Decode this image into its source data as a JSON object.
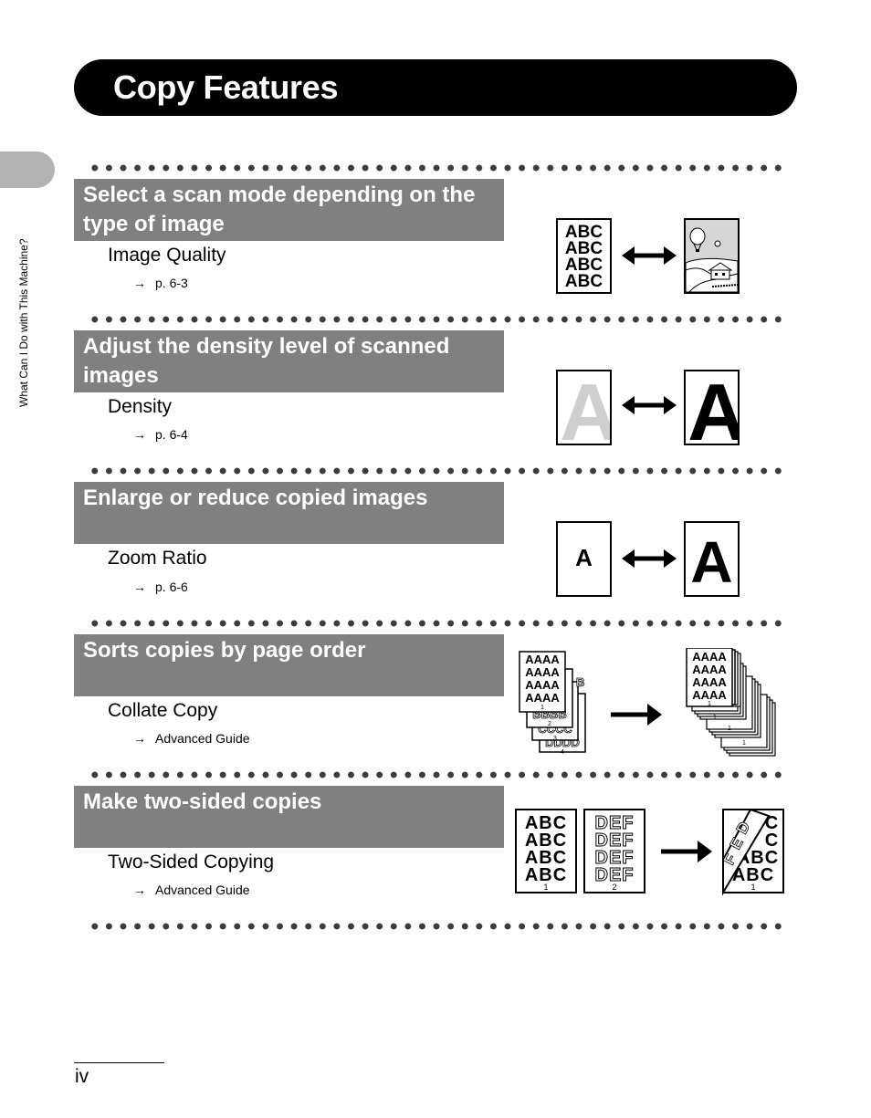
{
  "page": {
    "title": "Copy Features",
    "side_label": "What Can I Do with This Machine?",
    "page_number": "iv"
  },
  "sections": [
    {
      "heading": "Select a scan mode depending on the type of image",
      "feature": "Image Quality",
      "ref_arrow": "→",
      "ref": "p. 6-3",
      "illustration": {
        "before_lines": [
          "ABC",
          "ABC",
          "ABC",
          "ABC"
        ]
      }
    },
    {
      "heading": "Adjust the density level of scanned images",
      "feature": "Density",
      "ref_arrow": "→",
      "ref": "p. 6-4",
      "illustration": {
        "before": "A",
        "after": "A"
      }
    },
    {
      "heading": "Enlarge or reduce copied images",
      "feature": "Zoom Ratio",
      "ref_arrow": "→",
      "ref": "p. 6-6",
      "illustration": {
        "before": "A",
        "after": "A"
      }
    },
    {
      "heading": "Sorts copies by page order",
      "feature": "Collate Copy",
      "ref_arrow": "→",
      "ref": "Advanced Guide",
      "illustration": {
        "front_lines": [
          "AAAA",
          "AAAA",
          "AAAA",
          "AAAA"
        ],
        "stack_labels": [
          "1",
          "2",
          "3",
          "4"
        ],
        "back_fragments": [
          "B",
          "BBBB",
          "CCCC",
          "DDDD"
        ],
        "sorted_number": "1"
      }
    },
    {
      "heading": "Make two-sided copies",
      "feature": "Two-Sided Copying",
      "ref_arrow": "→",
      "ref": "Advanced Guide",
      "illustration": {
        "page1_lines": [
          "ABC",
          "ABC",
          "ABC",
          "ABC"
        ],
        "page1_number": "1",
        "page2_lines": [
          "DEF",
          "DEF",
          "DEF",
          "DEF"
        ],
        "page2_number": "2",
        "result_lines": [
          "C",
          "C",
          "ABC",
          "ABC"
        ],
        "result_number": "1"
      }
    }
  ],
  "colors": {
    "title_bar": "#000000",
    "section_heading_bg": "#808080",
    "side_tab": "#b3b3b3",
    "dots": "#3c3c3c"
  }
}
